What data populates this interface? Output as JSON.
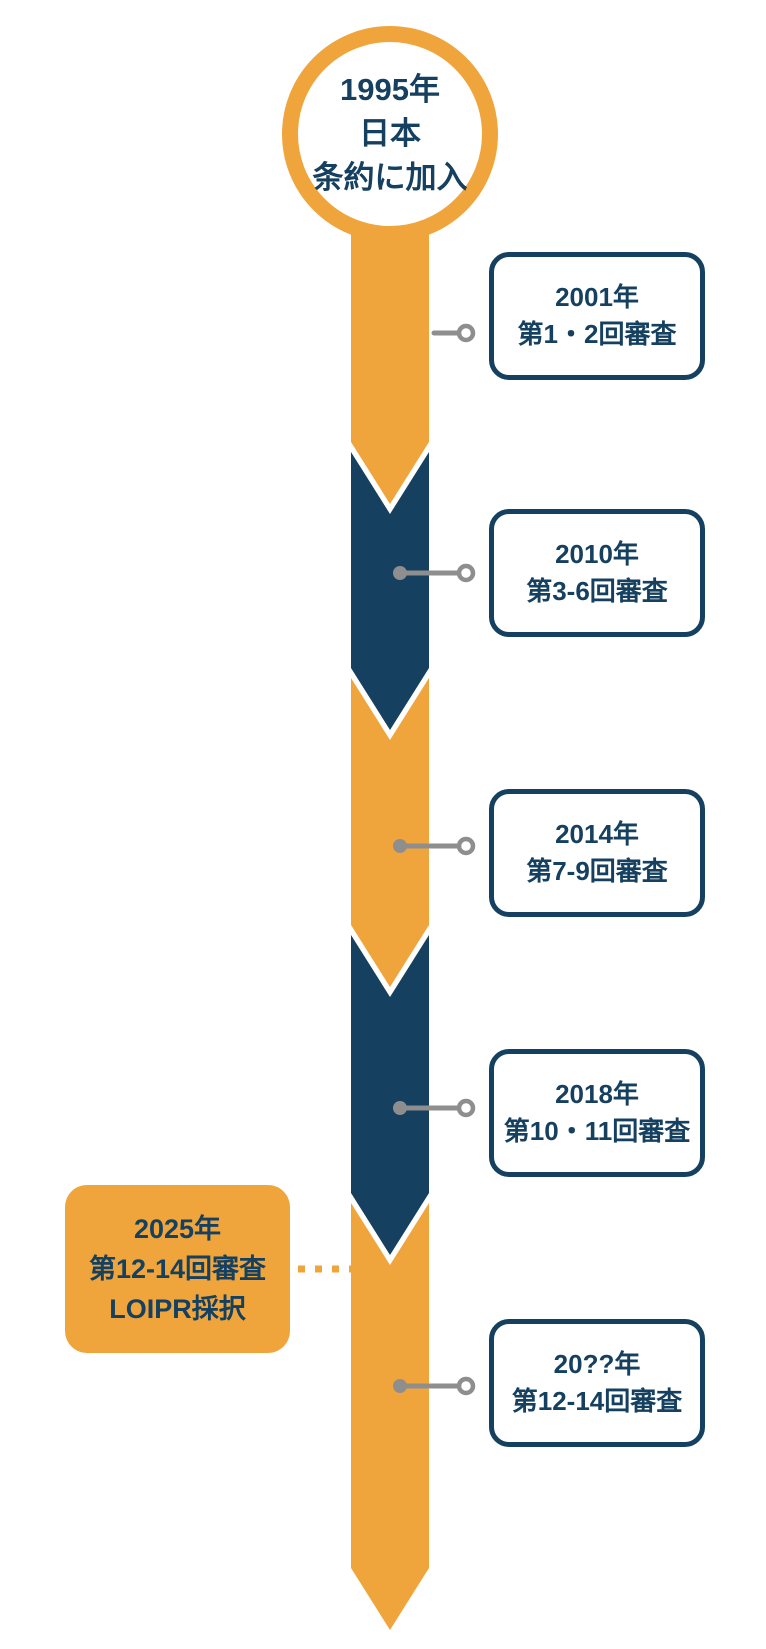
{
  "colors": {
    "orange": "#F0A53C",
    "navy": "#15405F",
    "connector_gray": "#8E8E8E",
    "background": "#FFFFFF"
  },
  "start": {
    "line1": "1995年",
    "line2": "日本",
    "line3": "条約に加入"
  },
  "milestones": [
    {
      "year": "2001年",
      "label": "第1・2回審査"
    },
    {
      "year": "2010年",
      "label": "第3-6回審査"
    },
    {
      "year": "2014年",
      "label": "第7-9回審査"
    },
    {
      "year": "2018年",
      "label": "第10・11回審査"
    },
    {
      "year": "20??年",
      "label": "第12-14回審査"
    }
  ],
  "side_note": {
    "line1": "2025年",
    "line2": "第12-14回審査",
    "line3": "LOIPR採択"
  }
}
